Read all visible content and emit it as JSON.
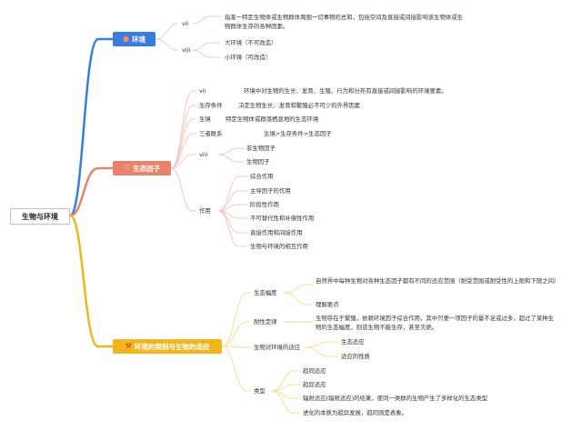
{
  "root": {
    "label": "生物与环境"
  },
  "colors": {
    "env": "#3b7ddd",
    "eco": "#e9826a",
    "limit": "#f1b51e"
  },
  "env": {
    "title": "环境",
    "icon": "dot-icon",
    "children": [
      {
        "label": "vii",
        "text": "指某一特定生物体或生物群体周围一切事物的总和，包括空间及直接或间接影响该生物体或生物群体生存的各种因素。"
      },
      {
        "label": "viii",
        "items": [
          "大环境（不可改造）",
          "小环境（可改造）"
        ]
      }
    ]
  },
  "eco": {
    "title": "生态因子",
    "icon": "heart-icon",
    "rows": [
      {
        "label": "vii",
        "text": "环境中对生物的生长、发育、生殖、行为和分布有直接或间接影响的环境要素。"
      },
      {
        "label": "生存条件",
        "text": "决定生物生长、发育和繁殖必不可少的外界因素"
      },
      {
        "label": "生境",
        "text": "特定生物体或群落栖息地的生态环境"
      },
      {
        "label": "三者联系",
        "text": "生境>生存条件>生态因子"
      }
    ],
    "viii": {
      "label": "viii",
      "items": [
        "非生物因子",
        "生物因子"
      ]
    },
    "effect": {
      "label": "作用",
      "items": [
        "综合作用",
        "主导因子的作用",
        "阶段性作用",
        "不可替代性和补偿性作用",
        "直接作用和间接作用",
        "生物与环境的相互作用"
      ]
    }
  },
  "limit": {
    "title": "环境的限制与生物的适应",
    "icon": "tools-icon",
    "range": {
      "label": "生态幅度",
      "items": [
        "自然界中每种生物对各种生态因子都有不同的适应范围（耐受范围或耐受性的上限和下限之间）",
        "理解要点"
      ]
    },
    "tolerance": {
      "label": "耐性定律",
      "text": "生物存在于繁殖，依赖环境因子综合作用，其中只要一项因子的量不足或过多，超过了某种生物的生态幅度，则该生物不能生存，甚至灭绝。"
    },
    "adapt": {
      "label": "生物对环境的适应",
      "items": [
        "生态适应",
        "适应的性质"
      ]
    },
    "types": {
      "label": "类型",
      "items": [
        "趋同适应",
        "趋异适应",
        "辐射适应(辐射适应)的结果，使同一类群的生物产生了多样化的生态类型",
        "进化的本质为趋异发展，趋同则是表象。"
      ]
    }
  }
}
